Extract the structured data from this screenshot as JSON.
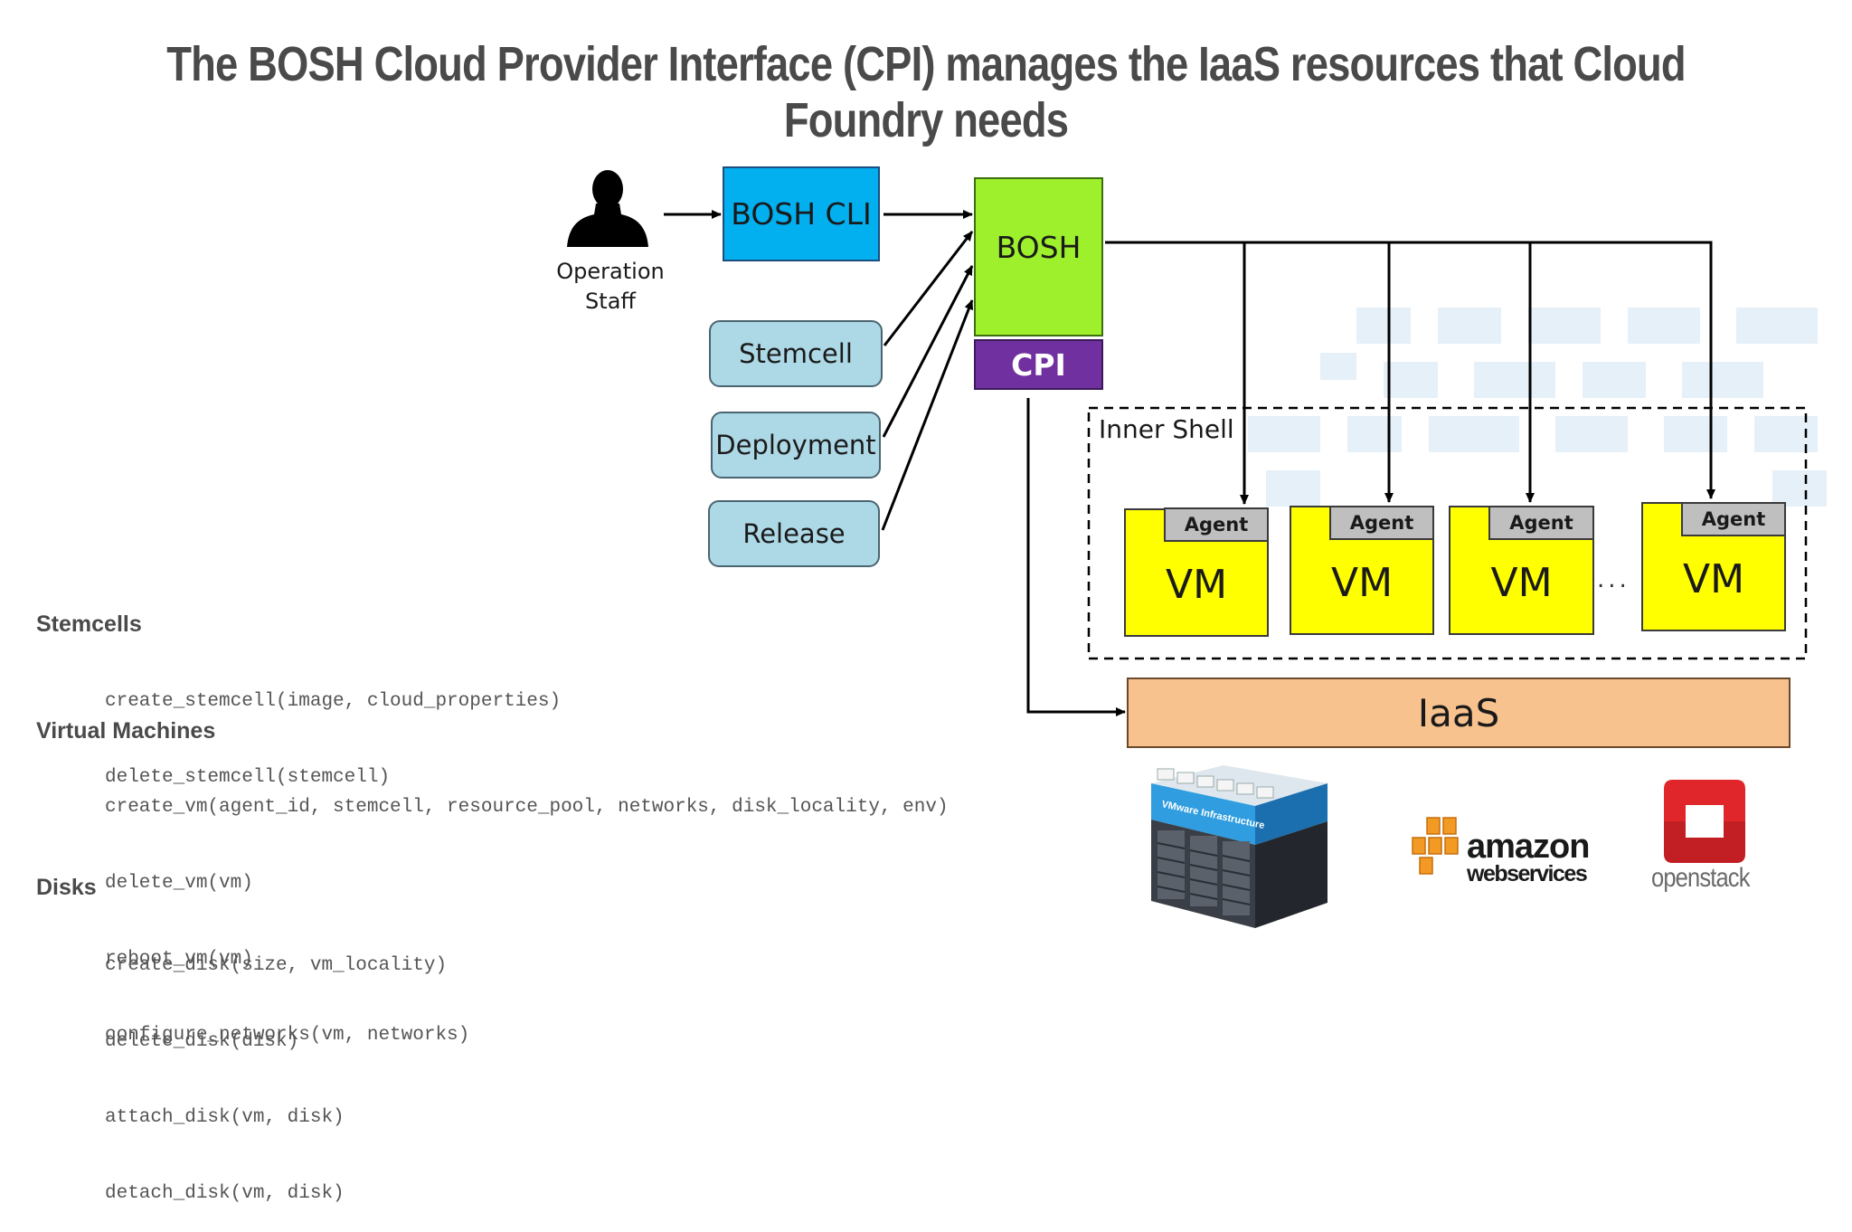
{
  "title": "The BOSH Cloud Provider Interface (CPI) manages the IaaS resources that Cloud Foundry needs",
  "diagram": {
    "operator": {
      "label_line1": "Operation",
      "label_line2": "Staff"
    },
    "bosh_cli": "BOSH CLI",
    "bosh": "BOSH",
    "cpi": "CPI",
    "inputs": [
      "Stemcell",
      "Deployment",
      "Release"
    ],
    "inner_shell": "Inner Shell",
    "vms": [
      {
        "agent": "Agent",
        "vm": "VM"
      },
      {
        "agent": "Agent",
        "vm": "VM"
      },
      {
        "agent": "Agent",
        "vm": "VM"
      },
      {
        "agent": "Agent",
        "vm": "VM"
      }
    ],
    "ellipsis": "...",
    "iaas": "IaaS",
    "providers": {
      "vmware": "VMware Infrastructure",
      "aws_line1": "amazon",
      "aws_line2": "webservices",
      "openstack": "openstack"
    },
    "colors": {
      "cli": "#02afef",
      "bosh": "#9ef02d",
      "cpi": "#7030a0",
      "inputs": "#add8e6",
      "vm": "#ffff00",
      "agent": "#bfbfbf",
      "iaas": "#f8c28e"
    }
  },
  "api": {
    "stemcells": {
      "heading": "Stemcells",
      "calls": [
        "create_stemcell(image, cloud_properties)",
        "delete_stemcell(stemcell)"
      ]
    },
    "virtual_machines": {
      "heading": "Virtual Machines",
      "calls": [
        "create_vm(agent_id, stemcell, resource_pool, networks, disk_locality, env)",
        "delete_vm(vm)",
        "reboot_vm(vm)",
        "configure_networks(vm, networks)"
      ]
    },
    "disks": {
      "heading": "Disks",
      "calls": [
        "create_disk(size, vm_locality)",
        "delete_disk(disk)",
        "attach_disk(vm, disk)",
        "detach_disk(vm, disk)"
      ]
    }
  }
}
